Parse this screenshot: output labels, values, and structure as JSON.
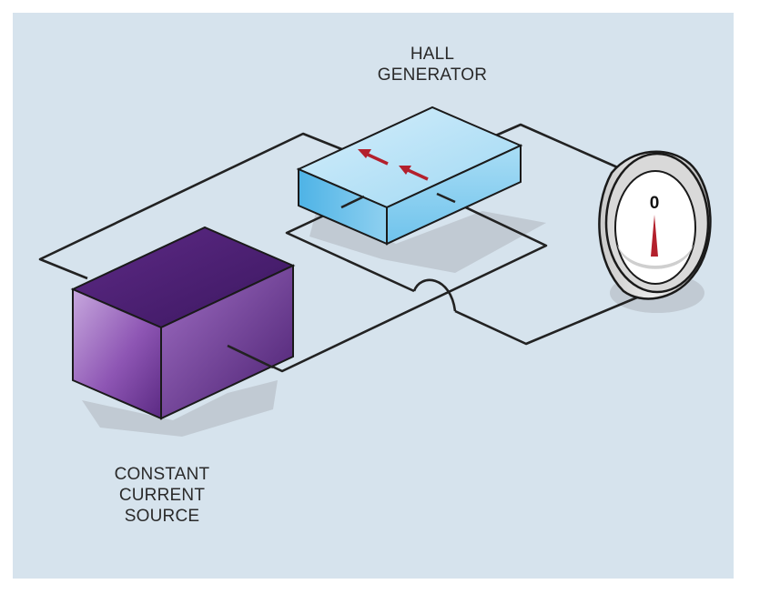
{
  "diagram": {
    "hall_generator_label": [
      "HALL",
      "GENERATOR"
    ],
    "constant_current_source_label": [
      "CONSTANT",
      "CURRENT",
      "SOURCE"
    ],
    "meter_reading": "0"
  },
  "colors": {
    "background": "#d6e3ed",
    "border": "#ffffff",
    "wire": "#222222",
    "hall_block": "#6fc3ec",
    "source_block": "#7b3fa0",
    "arrow": "#b3202c",
    "needle": "#b3202c"
  }
}
